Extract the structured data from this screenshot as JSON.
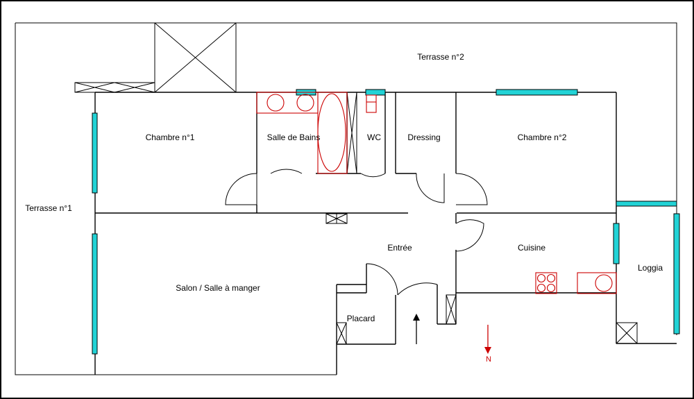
{
  "rooms": {
    "terrasse_2": "Terrasse n°2",
    "terrasse_1": "Terrasse n°1",
    "chambre_1": "Chambre n°1",
    "salle_de_bains": "Salle de Bains",
    "wc": "WC",
    "dressing": "Dressing",
    "chambre_2": "Chambre n°2",
    "entree": "Entrée",
    "cuisine": "Cuisine",
    "loggia": "Loggia",
    "salon": "Salon / Salle à manger",
    "placard": "Placard"
  },
  "compass": {
    "north": "N"
  },
  "colors": {
    "wall": "#000000",
    "window": "#22d3d6",
    "fixtures": "#cc0000",
    "background": "#ffffff"
  }
}
